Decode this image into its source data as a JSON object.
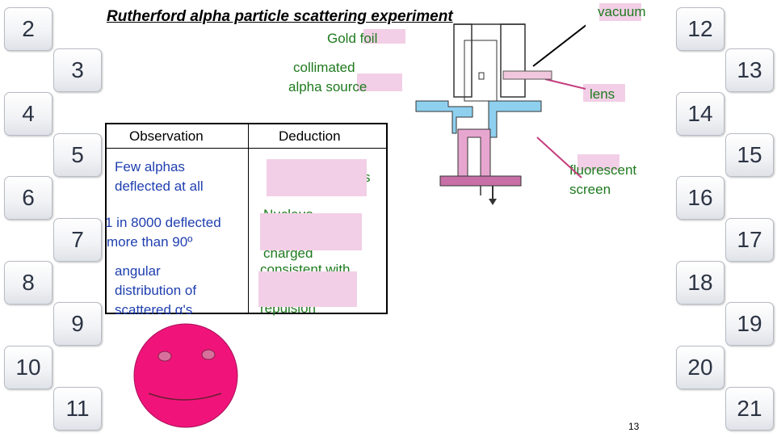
{
  "slide": {
    "title": "Rutherford alpha particle scattering experiment",
    "page_number": "13"
  },
  "nav_tiles": {
    "left": [
      "2",
      "3",
      "4",
      "5",
      "6",
      "7",
      "8",
      "9",
      "10",
      "11"
    ],
    "right": [
      "12",
      "13",
      "14",
      "15",
      "16",
      "17",
      "18",
      "19",
      "20",
      "21"
    ]
  },
  "labels": {
    "vacuum": "vacuum",
    "gold_foil": "Gold foil",
    "collimated": "collimated",
    "alpha_source": "alpha source",
    "lens": "lens",
    "fluorescent": "fluorescent",
    "screen": "screen"
  },
  "table": {
    "headers": [
      "Observation",
      "Deduction"
    ],
    "rows": [
      {
        "observation": [
          "Few alphas",
          "deflected at all"
        ],
        "deduction": [
          "s"
        ]
      },
      {
        "observation": [
          "1 in 8000 deflected",
          "more than 90º"
        ],
        "deduction": [
          "Nucleus",
          "charged"
        ]
      },
      {
        "observation": [
          "angular",
          "distribution of",
          "scattered α's"
        ],
        "deduction": [
          "consistent with",
          "repulsion"
        ]
      }
    ]
  },
  "colors": {
    "accent_text": "#1f7a1f",
    "highlight": "#f2cfe6",
    "apparatus_blue": "#8fd0ef",
    "apparatus_pink": "#e7a6cf",
    "face": "#f0147a"
  }
}
